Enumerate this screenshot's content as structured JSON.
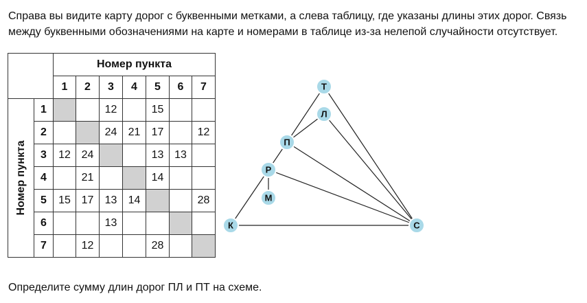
{
  "intro_text": "Справа вы видите карту дорог с буквенными метками, а слева таблицу, где указаны длины этих дорог. Связь между буквенными обозначениями на карте и номерами в таблице из-за нелепой случайности отсутствует.",
  "question_text": "Определите сумму длин дорог ПЛ и ПТ на схеме.",
  "table": {
    "col_header": "Номер пункта",
    "row_header": "Номер пункта",
    "columns": [
      "1",
      "2",
      "3",
      "4",
      "5",
      "6",
      "7"
    ],
    "rows": [
      {
        "label": "1",
        "cells": [
          "",
          "",
          "12",
          "",
          "15",
          "",
          ""
        ]
      },
      {
        "label": "2",
        "cells": [
          "",
          "",
          "24",
          "21",
          "17",
          "",
          "12"
        ]
      },
      {
        "label": "3",
        "cells": [
          "12",
          "24",
          "",
          "",
          "13",
          "13",
          ""
        ]
      },
      {
        "label": "4",
        "cells": [
          "",
          "21",
          "",
          "",
          "14",
          "",
          ""
        ]
      },
      {
        "label": "5",
        "cells": [
          "15",
          "17",
          "13",
          "14",
          "",
          "",
          "28"
        ]
      },
      {
        "label": "6",
        "cells": [
          "",
          "",
          "13",
          "",
          "",
          "",
          ""
        ]
      },
      {
        "label": "7",
        "cells": [
          "",
          "12",
          "",
          "",
          "28",
          "",
          ""
        ]
      }
    ],
    "diagonal_color": "#d1d1d1"
  },
  "graph": {
    "node_color": "#a9d9e8",
    "nodes": [
      {
        "id": "T",
        "label": "Т"
      },
      {
        "id": "L",
        "label": "Л"
      },
      {
        "id": "P",
        "label": "П"
      },
      {
        "id": "R",
        "label": "Р"
      },
      {
        "id": "M",
        "label": "М"
      },
      {
        "id": "K",
        "label": "К"
      },
      {
        "id": "C",
        "label": "С"
      }
    ],
    "edges": [
      [
        "T",
        "P"
      ],
      [
        "T",
        "C"
      ],
      [
        "L",
        "P"
      ],
      [
        "L",
        "C"
      ],
      [
        "P",
        "R"
      ],
      [
        "P",
        "C"
      ],
      [
        "R",
        "C"
      ],
      [
        "R",
        "M"
      ],
      [
        "R",
        "K"
      ],
      [
        "K",
        "C"
      ]
    ]
  }
}
